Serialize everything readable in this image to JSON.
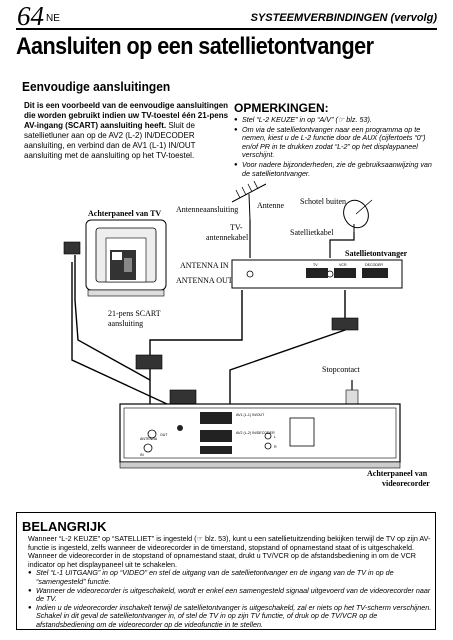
{
  "header": {
    "page_number": "64",
    "lang": "NE",
    "section": "SYSTEEMVERBINDINGEN (vervolg)"
  },
  "title": "Aansluiten op een satellietontvanger",
  "subtitle": "Eenvoudige aansluitingen",
  "intro": {
    "bold": "Dit is een voorbeeld van de eenvoudige aansluitingen die worden gebruikt indien uw TV-toestel één 21-pens AV-ingang (SCART) aansluiting heeft.",
    "normal": "Sluit de satellietluner aan op de AV2 (L-2) IN/DECODER aansluiting, en verbind dan de AV1 (L-1) IN/OUT aansluiting met de aansluiting op het TV-toestel."
  },
  "opmerkingen": {
    "title": "OPMERKINGEN:",
    "items": [
      "Stel “L-2 KEUZE” in op “A/V” (☞ blz. 53).",
      "Om via de satellietontvanger naar een programma op te nemen, kiest u de L-2 functie door de AUX (cijfertoets “0”) en/of PR in te drukken zodat “L-2” op het displaypaneel verschijnt.",
      "Voor nadere bijzonderheden, zie de gebruiksaanwijzing van de satellietontvanger."
    ]
  },
  "diagram": {
    "labels": {
      "tv_back": "Achterpaneel van TV",
      "antenna_conn": "Antenneaansluiting",
      "antenna": "Antenne",
      "dish": "Schotel buiten",
      "tv_antenna_cable": "TV-\nantennekabel",
      "sat_cable": "Satellietkabel",
      "receiver": "Satellietontvanger",
      "antenna_in": "ANTENNA IN",
      "antenna_out": "ANTENNA OUT",
      "scart": "21-pens SCART\naansluiting",
      "outlet": "Stopcontact",
      "vcr_back": "Achterpaneel van\nvideorecorder"
    },
    "receiver_ports": [
      "TV",
      "VCR",
      "DECODER"
    ],
    "vcr_ports": [
      "AV1 (L-1) IN/OUT",
      "AV2 (L-2) IN/DECODER",
      "ANTENNA",
      "IN",
      "OUT",
      "L",
      "R"
    ]
  },
  "belangrijk": {
    "title": "BELANGRIJK",
    "p1": "Wanneer “L-2 KEUZE” op “SATELLIET” is ingesteld (☞ blz. 53), kunt u een satellietuitzending bekijken terwijl de TV op zijn AV-functie is ingesteld, zelfs wanneer de videorecorder in de timerstand, stopstand of opnamestand staat of is uitgeschakeld.",
    "p2": "Wanneer de videorecorder in de stopstand of opnamestand staat, drukt u TV/VCR op de afstandsbediening in om de VCR indicator op het displaypaneel uit te schakelen.",
    "items": [
      "Stel “L-1 UITGANG” in op “VIDEO” en stel de uitgang van de satellietontvanger en de ingang van de TV in op de “samengesteld” functie.",
      "Wanneer de videorecorder is uitgeschakeld, wordt er enkel een samengesteld signaal uitgevoerd van de videorecorder naar de TV.",
      "Indien u de videorecorder inschakelt terwijl de satellietontvanger is uitgeschakeld, zal er niets op het TV-scherm verschijnen. Schakel in dit geval de satellietontvanger in, of stel de TV in op zijn TV functie, of druk op de TV/VCR op de afstandsbediening om de videorecorder op de videofunctie in te stellen."
    ]
  }
}
